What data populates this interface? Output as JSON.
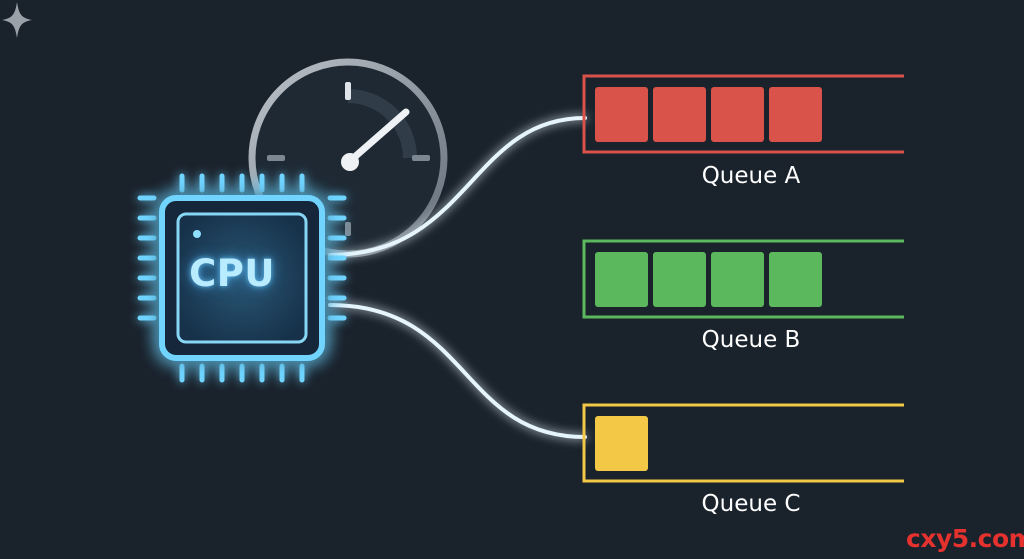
{
  "cpu": {
    "label": "CPU"
  },
  "queues": [
    {
      "label": "Queue A",
      "filled": 4,
      "color": "#d9534a"
    },
    {
      "label": "Queue B",
      "filled": 4,
      "color": "#5cb85c"
    },
    {
      "label": "Queue C",
      "filled": 1,
      "color": "#f3c846"
    }
  ],
  "colors": {
    "background": "#1a222c",
    "glow": "#5cc8ff",
    "connector": "#e6f4fb"
  },
  "icons": [
    "cpu-chip-icon",
    "stopwatch-icon",
    "sparkle-icon"
  ],
  "watermark": "cxy5.com"
}
